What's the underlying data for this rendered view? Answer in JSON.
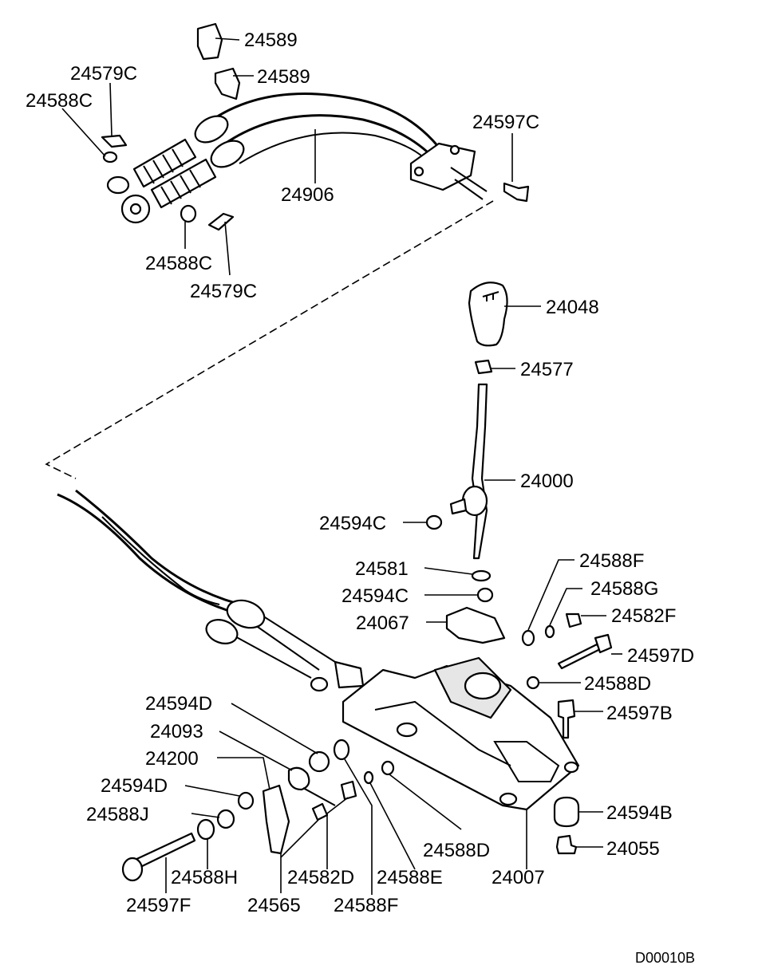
{
  "labels": [
    "24589",
    "24589",
    "24579C",
    "24588C",
    "24597C",
    "24906",
    "24588C",
    "24579C",
    "24048",
    "24577",
    "24000",
    "24594C",
    "24581",
    "24594C",
    "24067",
    "24588F",
    "24588G",
    "24582F",
    "24597D",
    "24588D",
    "24597B",
    "24594D",
    "24093",
    "24200",
    "24594D",
    "24588J",
    "24588H",
    "24597F",
    "24565",
    "24582D",
    "24588F",
    "24588E",
    "24588D",
    "24007",
    "24594B",
    "24055"
  ],
  "diagram_code": "D00010B"
}
